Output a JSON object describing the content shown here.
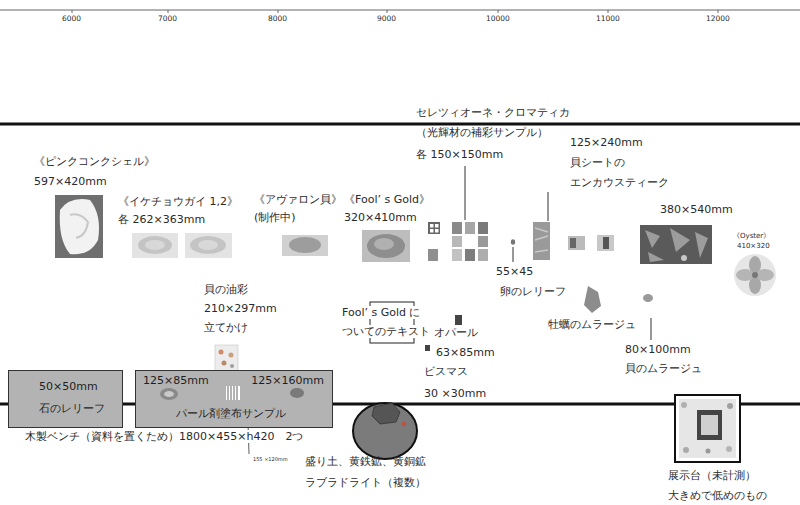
{
  "diagram": {
    "nodes": [
      {
        "text": [
          "50×50mm",
          "石のレリーフ"
        ]
      },
      {
        "text": [
          "125×85mm",
          "125×160mm",
          "パール剤塗布サンプル"
        ]
      }
    ],
    "labels": [
      "6000",
      "7000",
      "8000",
      "9000",
      "10000",
      "11000",
      "12000",
      "セレツィオーネ・クロマティカ",
      "（光輝材の補彩サンプル）",
      "各 150×150mm",
      "125×240mm",
      "貝シートの",
      "エンカウスティーク",
      "《ピンクコンクシェル》",
      "597×420mm",
      "《イケチョウガイ 1,2》",
      "各 262×363mm",
      "《アヴァロン貝》",
      "(制作中)",
      "《Fool’ s Gold》",
      "320×410mm",
      "380×540mm",
      "《Oyster》",
      "410×320",
      "55×45",
      "卵のレリーフ",
      "牡蠣のムラージュ",
      "貝の油彩",
      "210×297mm",
      "立てかけ",
      "Fool’ s Gold に",
      "ついてのテキスト",
      "オパール",
      "80×100mm",
      "貝のムラージュ",
      "63×85mm",
      "ビスマス",
      "30 ×30mm",
      "木製ベンチ（資料を置くため）1800×455×h420　2つ",
      "155 ×120mm",
      "盛り土、黄鉄鉱、黄銅鉱",
      "ラブラドライト（複数）",
      "展示台（未計測）",
      "大きめで低めのもの"
    ]
  }
}
